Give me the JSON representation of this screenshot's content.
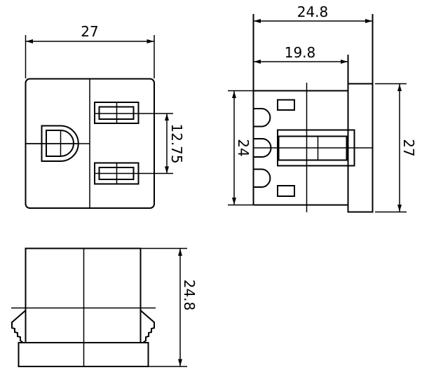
{
  "drawing": {
    "front_view": {
      "width_dim": "27",
      "pin_spacing_dim": "12.75"
    },
    "side_view": {
      "overall_depth_dim": "24.8",
      "body_depth_dim": "19.8",
      "body_height_dim": "24",
      "flange_height_dim": "27"
    },
    "bottom_view": {
      "height_dim": "24.8"
    },
    "line_color": "#000000"
  }
}
